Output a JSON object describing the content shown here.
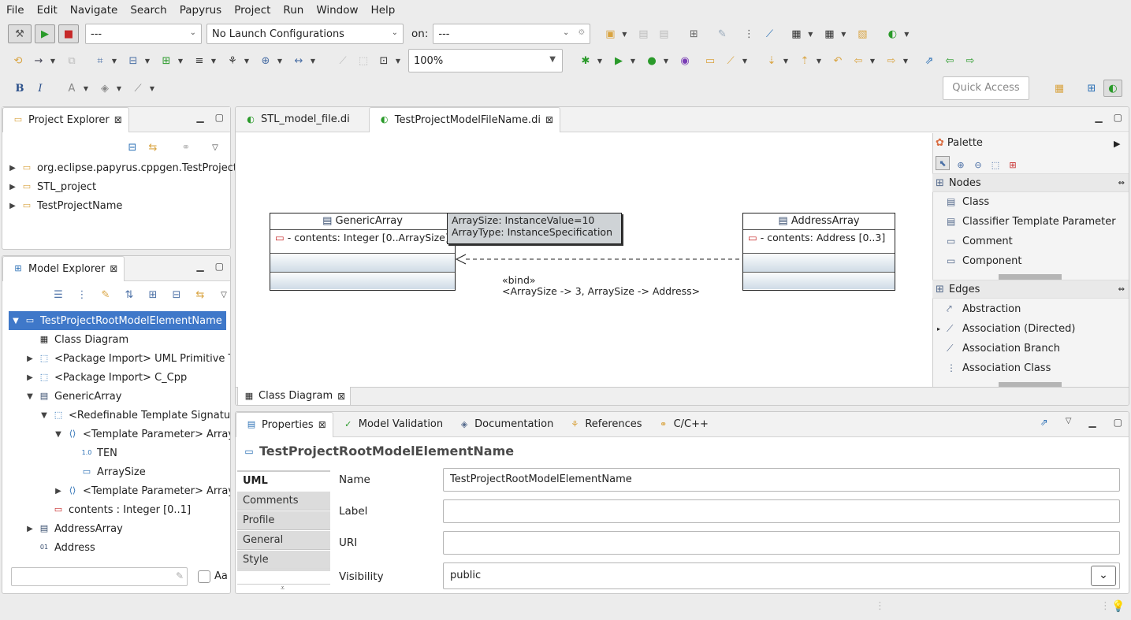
{
  "menu": [
    "File",
    "Edit",
    "Navigate",
    "Search",
    "Papyrus",
    "Project",
    "Run",
    "Window",
    "Help"
  ],
  "toolbar": {
    "mode_combo": "---",
    "launch_combo": "No Launch Configurations",
    "on_label": "on:",
    "target_combo": "---",
    "zoom": "100%",
    "quick_access_placeholder": "Quick Access"
  },
  "project_explorer": {
    "title": "Project Explorer",
    "items": [
      "org.eclipse.papyrus.cppgen.TestProjectRo",
      "STL_project",
      "TestProjectName"
    ]
  },
  "model_explorer": {
    "title": "Model Explorer",
    "items": [
      "TestProjectRootModelElementName",
      "Class Diagram",
      "<Package Import> UML Primitive Typ",
      "<Package Import> C_Cpp",
      "GenericArray",
      "<Redefinable Template Signature>",
      "<Template Parameter> ArraySiz",
      "TEN",
      "ArraySize",
      "<Template Parameter> ArrayTy",
      "contents : Integer [0..1]",
      "AddressArray",
      "Address"
    ],
    "filter_case_label": "Aa"
  },
  "editor": {
    "tabs": [
      "STL_model_file.di",
      "TestProjectModelFileName.di"
    ],
    "bottom_tab": "Class Diagram",
    "diagram": {
      "class1": {
        "name": "GenericArray",
        "attr": "- contents: Integer [0..ArraySize]"
      },
      "class2": {
        "name": "AddressArray",
        "attr": "- contents: Address [0..3]"
      },
      "tooltip_line1": "ArraySize: InstanceValue=10",
      "tooltip_line2": "ArrayType: InstanceSpecification",
      "bind_stereotype": "«bind»",
      "bind_label": "<ArraySize -> 3, ArraySize -> Address>"
    }
  },
  "palette": {
    "title": "Palette",
    "nodes_title": "Nodes",
    "nodes": [
      "Class",
      "Classifier Template Parameter",
      "Comment",
      "Component"
    ],
    "edges_title": "Edges",
    "edges": [
      "Abstraction",
      "Association (Directed)",
      "Association Branch",
      "Association Class"
    ]
  },
  "properties": {
    "tabs": [
      "Properties",
      "Model Validation",
      "Documentation",
      "References",
      "C/C++"
    ],
    "element_title": "TestProjectRootModelElementName",
    "side_tabs": [
      "UML",
      "Comments",
      "Profile",
      "General",
      "Style"
    ],
    "fields": {
      "name_label": "Name",
      "name_value": "TestProjectRootModelElementName",
      "label_label": "Label",
      "label_value": "",
      "uri_label": "URI",
      "uri_value": "",
      "visibility_label": "Visibility",
      "visibility_value": "public"
    }
  }
}
